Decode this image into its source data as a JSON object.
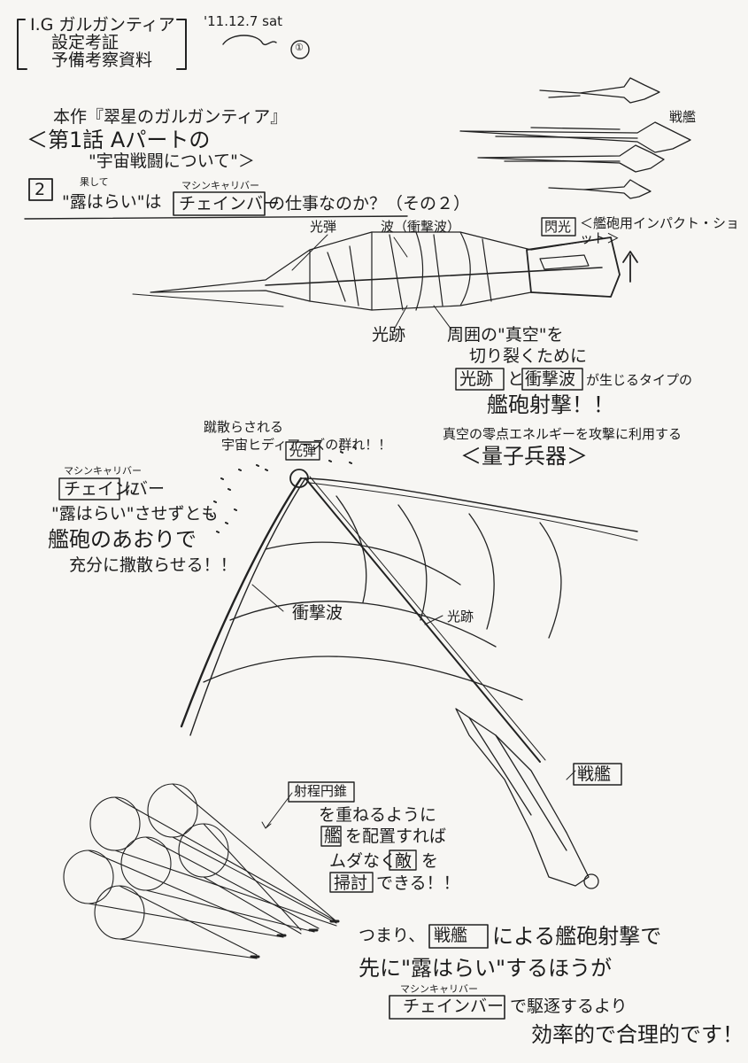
{
  "header": {
    "title_line1": "I.G ガルガンティア",
    "title_line2": "設定考証",
    "title_line3": "予備考察資料",
    "date": "'11.12.7 sat",
    "page_number": "①"
  },
  "intro": {
    "line1": "本作『翠星のガルガンティア』",
    "line2": "＜第1話 Aパートの",
    "line3": "\"宇宙戦闘について\"＞"
  },
  "section2": {
    "number": "2",
    "prefix_top": "果して",
    "prefix": "\"露はらい\"は",
    "box_ruby": "マシンキャリバー",
    "box_word": "チェインバー",
    "suffix": "の仕事なのか？（その２）"
  },
  "top_diagram": {
    "label_senkan": "戦艦",
    "label_kodan": "光弾",
    "label_nami": "波（衝撃波）",
    "label_senko": "閃光",
    "label_impact": "＜艦砲用インパクト・ショット＞",
    "label_koseki": "光跡",
    "note1": "周囲の\"真空\"を",
    "note2": "切り裂くために",
    "note3_a": "光跡",
    "note3_b": "と",
    "note3_c": "衝撃波",
    "note3_d": "が生じるタイプの",
    "note4": "艦砲射撃！！",
    "note5": "真空の零点エネルギーを攻撃に利用する",
    "note6": "＜量子兵器＞"
  },
  "mid_diagram": {
    "top_note1": "蹴散らされる",
    "top_note2": "宇宙ヒディアーズの群れ！！",
    "label_kodan": "光弾",
    "left_ruby": "マシンキャリバー",
    "left_box": "チェインバー",
    "left_ni": "に",
    "left2": "\"露はらい\"させずとも",
    "left3": "艦砲のあおりで",
    "left4": "充分に撒散らせる！！",
    "label_shogekiha": "衝撃波",
    "label_koseki": "光跡",
    "label_senkan": "戦艦"
  },
  "bottom_diagram": {
    "label_cone": "射程円錐",
    "note1": "を重ねるように",
    "note2_a": "艦",
    "note2_b": "を配置すれば",
    "note3_a": "ムダなく",
    "note3_b": "敵",
    "note3_c": "を",
    "note4_a": "掃討",
    "note4_b": "できる！！"
  },
  "conclusion": {
    "line1_a": "つまり、",
    "line1_b": "戦艦",
    "line1_c": "による艦砲射撃で",
    "line2": "先に\"露はらい\"するほうが",
    "ruby": "マシンキャリバー",
    "box": "チェインバー",
    "line3_rest": "で駆逐するより",
    "line4": "効率的で合理的です！"
  }
}
